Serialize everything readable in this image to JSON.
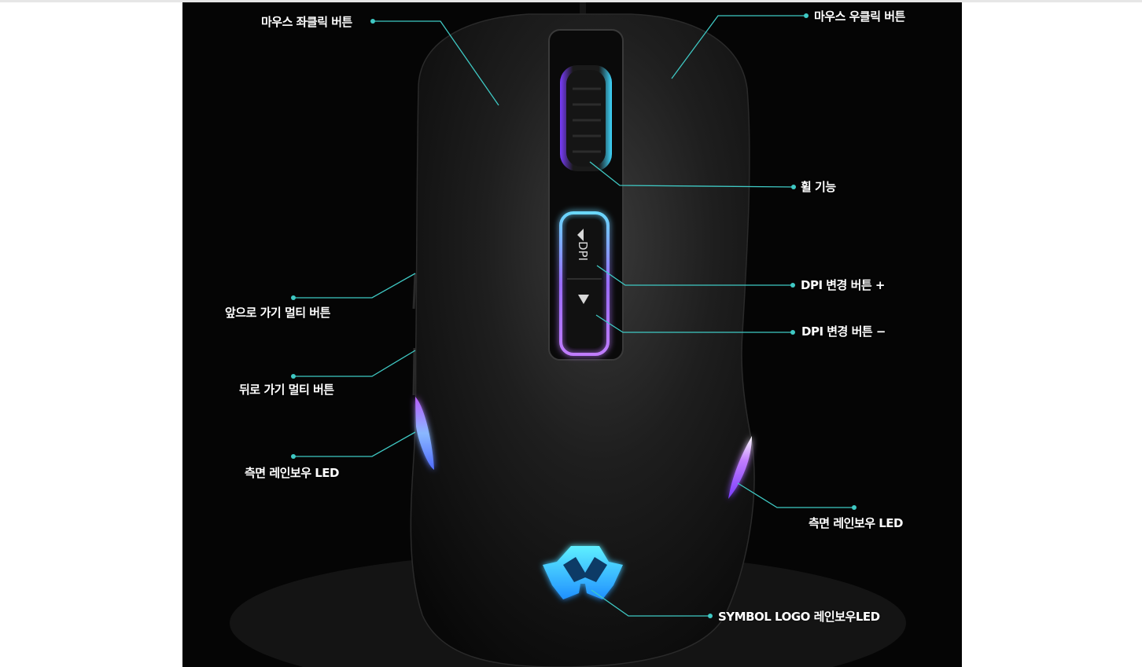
{
  "labels": {
    "left_click": "마우스 좌클릭 버튼",
    "right_click": "마우스 우클릭 버튼",
    "wheel": "휠 기능",
    "forward": "앞으로 가기 멀티 버튼",
    "dpi_plus": "DPI 변경 버튼 +",
    "dpi_minus": "DPI 변경 버튼 −",
    "back": "뒤로 가기 멀티 버튼",
    "side_led_left": "측면 레인보우 LED",
    "side_led_right": "측면 레인보우 LED",
    "logo_led": "SYMBOL LOGO 레인보우LED"
  },
  "dpi_text": "DPI",
  "colors": {
    "background": "#050505",
    "leader_line": "#3fc9c4",
    "led_blue": "#3fd8ff",
    "led_purple": "#b75cff"
  },
  "icons": {
    "dpi_up": "triangle-up-icon",
    "dpi_down": "triangle-down-icon",
    "logo": "spider-symbol-logo-icon"
  }
}
